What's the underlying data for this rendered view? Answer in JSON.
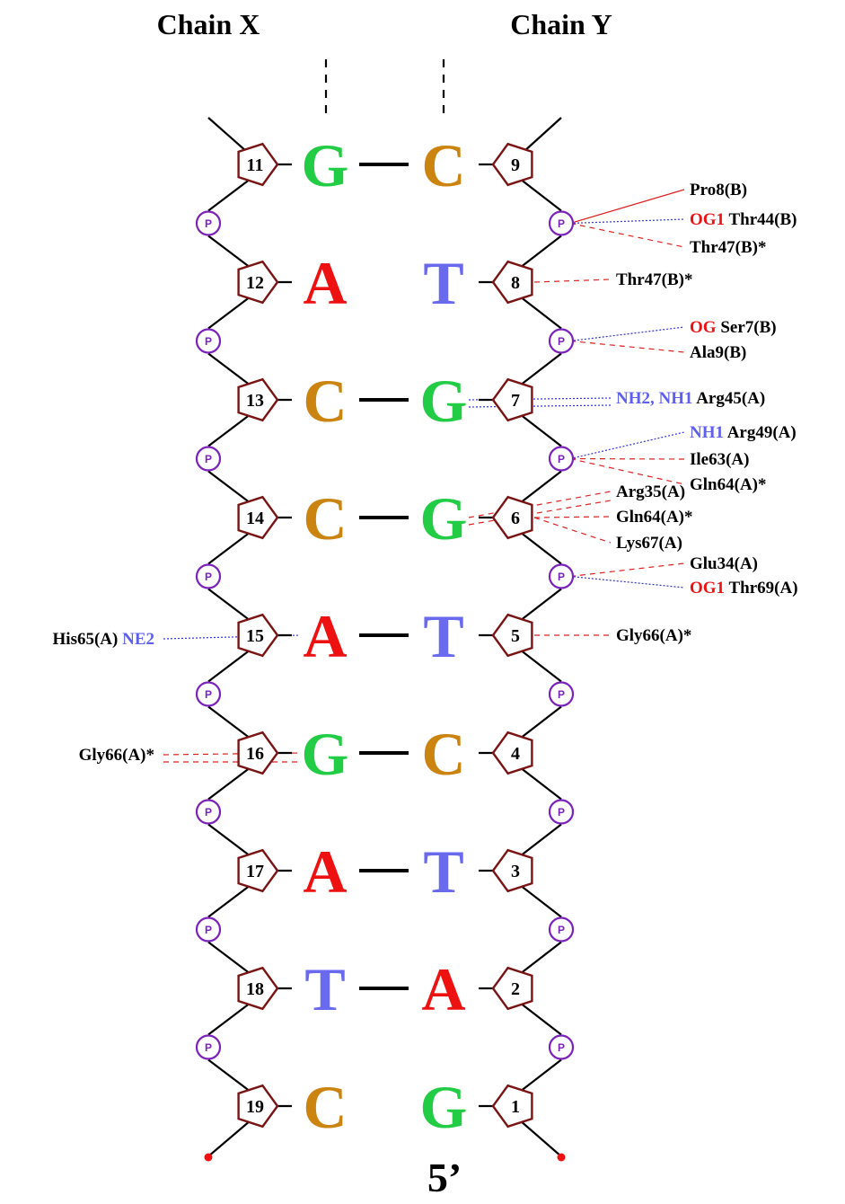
{
  "headers": {
    "left": "Chain X",
    "right": "Chain Y"
  },
  "footer": "5’",
  "phosphate_label": "P",
  "colors": {
    "G": "#22cc44",
    "C": "#cc8411",
    "A": "#ee1111",
    "T": "#6a6aee",
    "sugar": "#7a1414",
    "phosphate": "#7a22bb",
    "backbone": "#000000",
    "blue_atom": "#5f5fee",
    "red_atom": "#ee1111",
    "hbond": "#3333dd",
    "contact": "#dd2222",
    "terminus": "#ee1111"
  },
  "pairs": [
    {
      "x_num": "11",
      "x_base": "G",
      "y_num": "9",
      "y_base": "C",
      "bond": true
    },
    {
      "x_num": "12",
      "x_base": "A",
      "y_num": "8",
      "y_base": "T",
      "bond": false
    },
    {
      "x_num": "13",
      "x_base": "C",
      "y_num": "7",
      "y_base": "G",
      "bond": true
    },
    {
      "x_num": "14",
      "x_base": "C",
      "y_num": "6",
      "y_base": "G",
      "bond": true
    },
    {
      "x_num": "15",
      "x_base": "A",
      "y_num": "5",
      "y_base": "T",
      "bond": true
    },
    {
      "x_num": "16",
      "x_base": "G",
      "y_num": "4",
      "y_base": "C",
      "bond": true
    },
    {
      "x_num": "17",
      "x_base": "A",
      "y_num": "3",
      "y_base": "T",
      "bond": true
    },
    {
      "x_num": "18",
      "x_base": "T",
      "y_num": "2",
      "y_base": "A",
      "bond": true
    },
    {
      "x_num": "19",
      "x_base": "C",
      "y_num": "1",
      "y_base": "G",
      "bond": false
    }
  ],
  "interactions": {
    "right": [
      {
        "atom": "",
        "residue": "Pro8(B)",
        "type": "contact_solid",
        "from": "yP8"
      },
      {
        "atom": "OG1",
        "atom_color": "red",
        "residue": "Thr44(B)",
        "type": "hbond",
        "from": "yP8"
      },
      {
        "atom": "",
        "residue": "Thr47(B)*",
        "type": "contact",
        "from": "yP8"
      },
      {
        "atom": "",
        "residue": "Thr47(B)*",
        "type": "contact",
        "from": "yS8"
      },
      {
        "atom": "OG",
        "atom_color": "red",
        "residue": "Ser7(B)",
        "type": "hbond",
        "from": "yP7"
      },
      {
        "atom": "",
        "residue": "Ala9(B)",
        "type": "contact",
        "from": "yP7"
      },
      {
        "atom": "NH2, NH1",
        "atom_color": "blue",
        "residue": "Arg45(A)",
        "type": "hbond",
        "from": "yB7"
      },
      {
        "atom": "NH1",
        "atom_color": "blue",
        "residue": "Arg49(A)",
        "type": "hbond",
        "from": "yP6"
      },
      {
        "atom": "",
        "residue": "Ile63(A)",
        "type": "contact",
        "from": "yP6"
      },
      {
        "atom": "",
        "residue": "Gln64(A)*",
        "type": "contact",
        "from": "yP6"
      },
      {
        "atom": "",
        "residue": "Arg35(A)",
        "type": "contact",
        "from": "yB6"
      },
      {
        "atom": "",
        "residue": "Gln64(A)*",
        "type": "contact",
        "from": "yS6"
      },
      {
        "atom": "",
        "residue": "Lys67(A)",
        "type": "contact",
        "from": "yS6"
      },
      {
        "atom": "",
        "residue": "Glu34(A)",
        "type": "contact",
        "from": "yP5"
      },
      {
        "atom": "OG1",
        "atom_color": "red",
        "residue": "Thr69(A)",
        "type": "hbond",
        "from": "yP5"
      },
      {
        "atom": "",
        "residue": "Gly66(A)*",
        "type": "contact",
        "from": "yS5"
      }
    ],
    "left": [
      {
        "atom": "NE2",
        "atom_color": "blue",
        "residue": "His65(A)",
        "type": "hbond",
        "from": "xB15"
      },
      {
        "atom": "",
        "residue": "Gly66(A)*",
        "type": "contact",
        "from": "xB16"
      }
    ]
  }
}
